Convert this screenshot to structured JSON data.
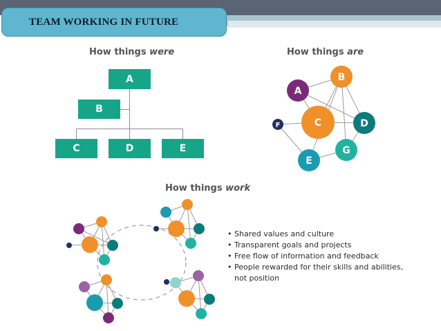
{
  "title": "TEAM WORKING IN FUTURE",
  "headings": {
    "were_prefix": "How things ",
    "were_em": "were",
    "are_prefix": "How things ",
    "are_em": "are",
    "work_prefix": "How things ",
    "work_em": "work"
  },
  "org_chart": {
    "boxes": [
      "A",
      "B",
      "C",
      "D",
      "E"
    ],
    "color": "#17a589"
  },
  "network": {
    "nodes": [
      {
        "label": "A",
        "color": "#7a2b78"
      },
      {
        "label": "B",
        "color": "#f0902a"
      },
      {
        "label": "C",
        "color": "#f0902a"
      },
      {
        "label": "D",
        "color": "#0e7b7b"
      },
      {
        "label": "E",
        "color": "#1b9bb0"
      },
      {
        "label": "F",
        "color": "#20305e"
      },
      {
        "label": "G",
        "color": "#20b3a0"
      }
    ]
  },
  "bullets": [
    "Shared values and culture",
    "Transparent goals and projects",
    "Free flow of information and  feedback",
    "People rewarded for their skills and abilities,"
  ],
  "bullet_continuation": "not position",
  "colors": {
    "header_band": "#5b6472",
    "title_box": "#5fb6cf",
    "orange": "#f0902a",
    "purple": "#7a2b78",
    "teal_dark": "#0e7b7b",
    "teal": "#1b9bb0",
    "mint": "#20b3a0",
    "navy": "#20305e",
    "lavender": "#9b63a3",
    "light_teal": "#8fd3cc"
  }
}
